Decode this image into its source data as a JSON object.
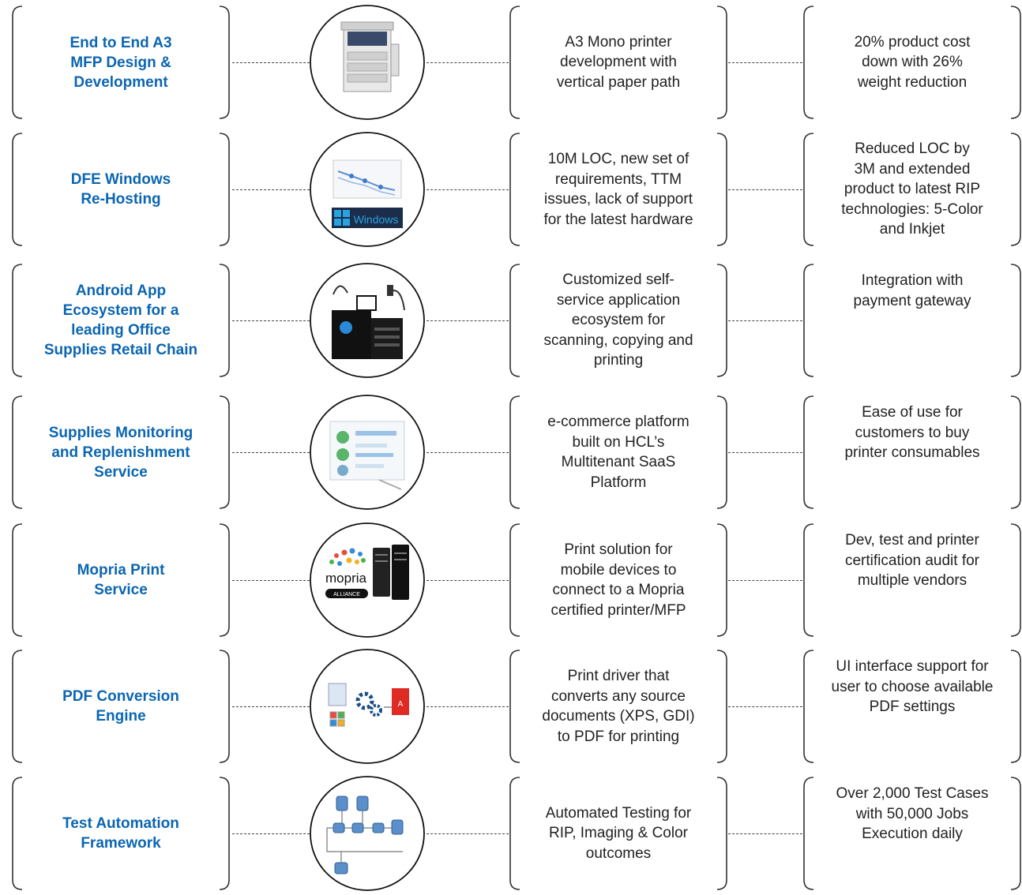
{
  "rows": [
    {
      "title": "End to End A3\nMFP Design &\nDevelopment",
      "description": "A3 Mono printer\ndevelopment with\nvertical paper path",
      "result": "20% product cost\ndown with 26%\nweight reduction",
      "image": "printer-icon"
    },
    {
      "title": "DFE Windows\nRe-Hosting",
      "description": "10M LOC, new set of\nrequirements, TTM\nissues, lack of support\nfor the latest hardware",
      "result": "Reduced LOC by\n3M and extended\nproduct to latest RIP\ntechnologies: 5-Color\nand Inkjet",
      "image": "windows-chart-icon",
      "image_label": "Windows"
    },
    {
      "title": "Android App\nEcosystem for a\nleading Office\nSupplies Retail Chain",
      "description": "Customized self-\nservice application\necosystem for\nscanning, copying and\nprinting",
      "result": "Integration with\npayment gateway",
      "image": "kiosk-printer-icon"
    },
    {
      "title": "Supplies Monitoring\nand Replenishment\nService",
      "description": "e-commerce platform\nbuilt on HCL’s\nMultitenant SaaS\nPlatform",
      "result": "Ease of use for\ncustomers to buy\nprinter consumables",
      "image": "dashboard-icon"
    },
    {
      "title": "Mopria Print\nService",
      "description": "Print solution for\nmobile devices to\nconnect to a Mopria\ncertified printer/MFP",
      "result": "Dev, test and printer\ncertification audit for\nmultiple vendors",
      "image": "mopria-logo-icon",
      "image_label": "mopria",
      "image_sublabel": "ALLIANCE"
    },
    {
      "title": "PDF Conversion\nEngine",
      "description": "Print driver that\nconverts any source\ndocuments (XPS, GDI)\nto PDF for printing",
      "result": "UI interface support for\nuser to choose available\nPDF settings",
      "image": "pdf-conversion-icon"
    },
    {
      "title": "Test Automation\nFramework",
      "description": "Automated Testing for\nRIP, Imaging & Color\noutcomes",
      "result": "Over 2,000 Test Cases\nwith 50,000 Jobs\nExecution daily",
      "image": "workflow-diagram-icon"
    }
  ],
  "colors": {
    "title": "#0b66b1",
    "text": "#222222",
    "bracket": "#333333"
  }
}
